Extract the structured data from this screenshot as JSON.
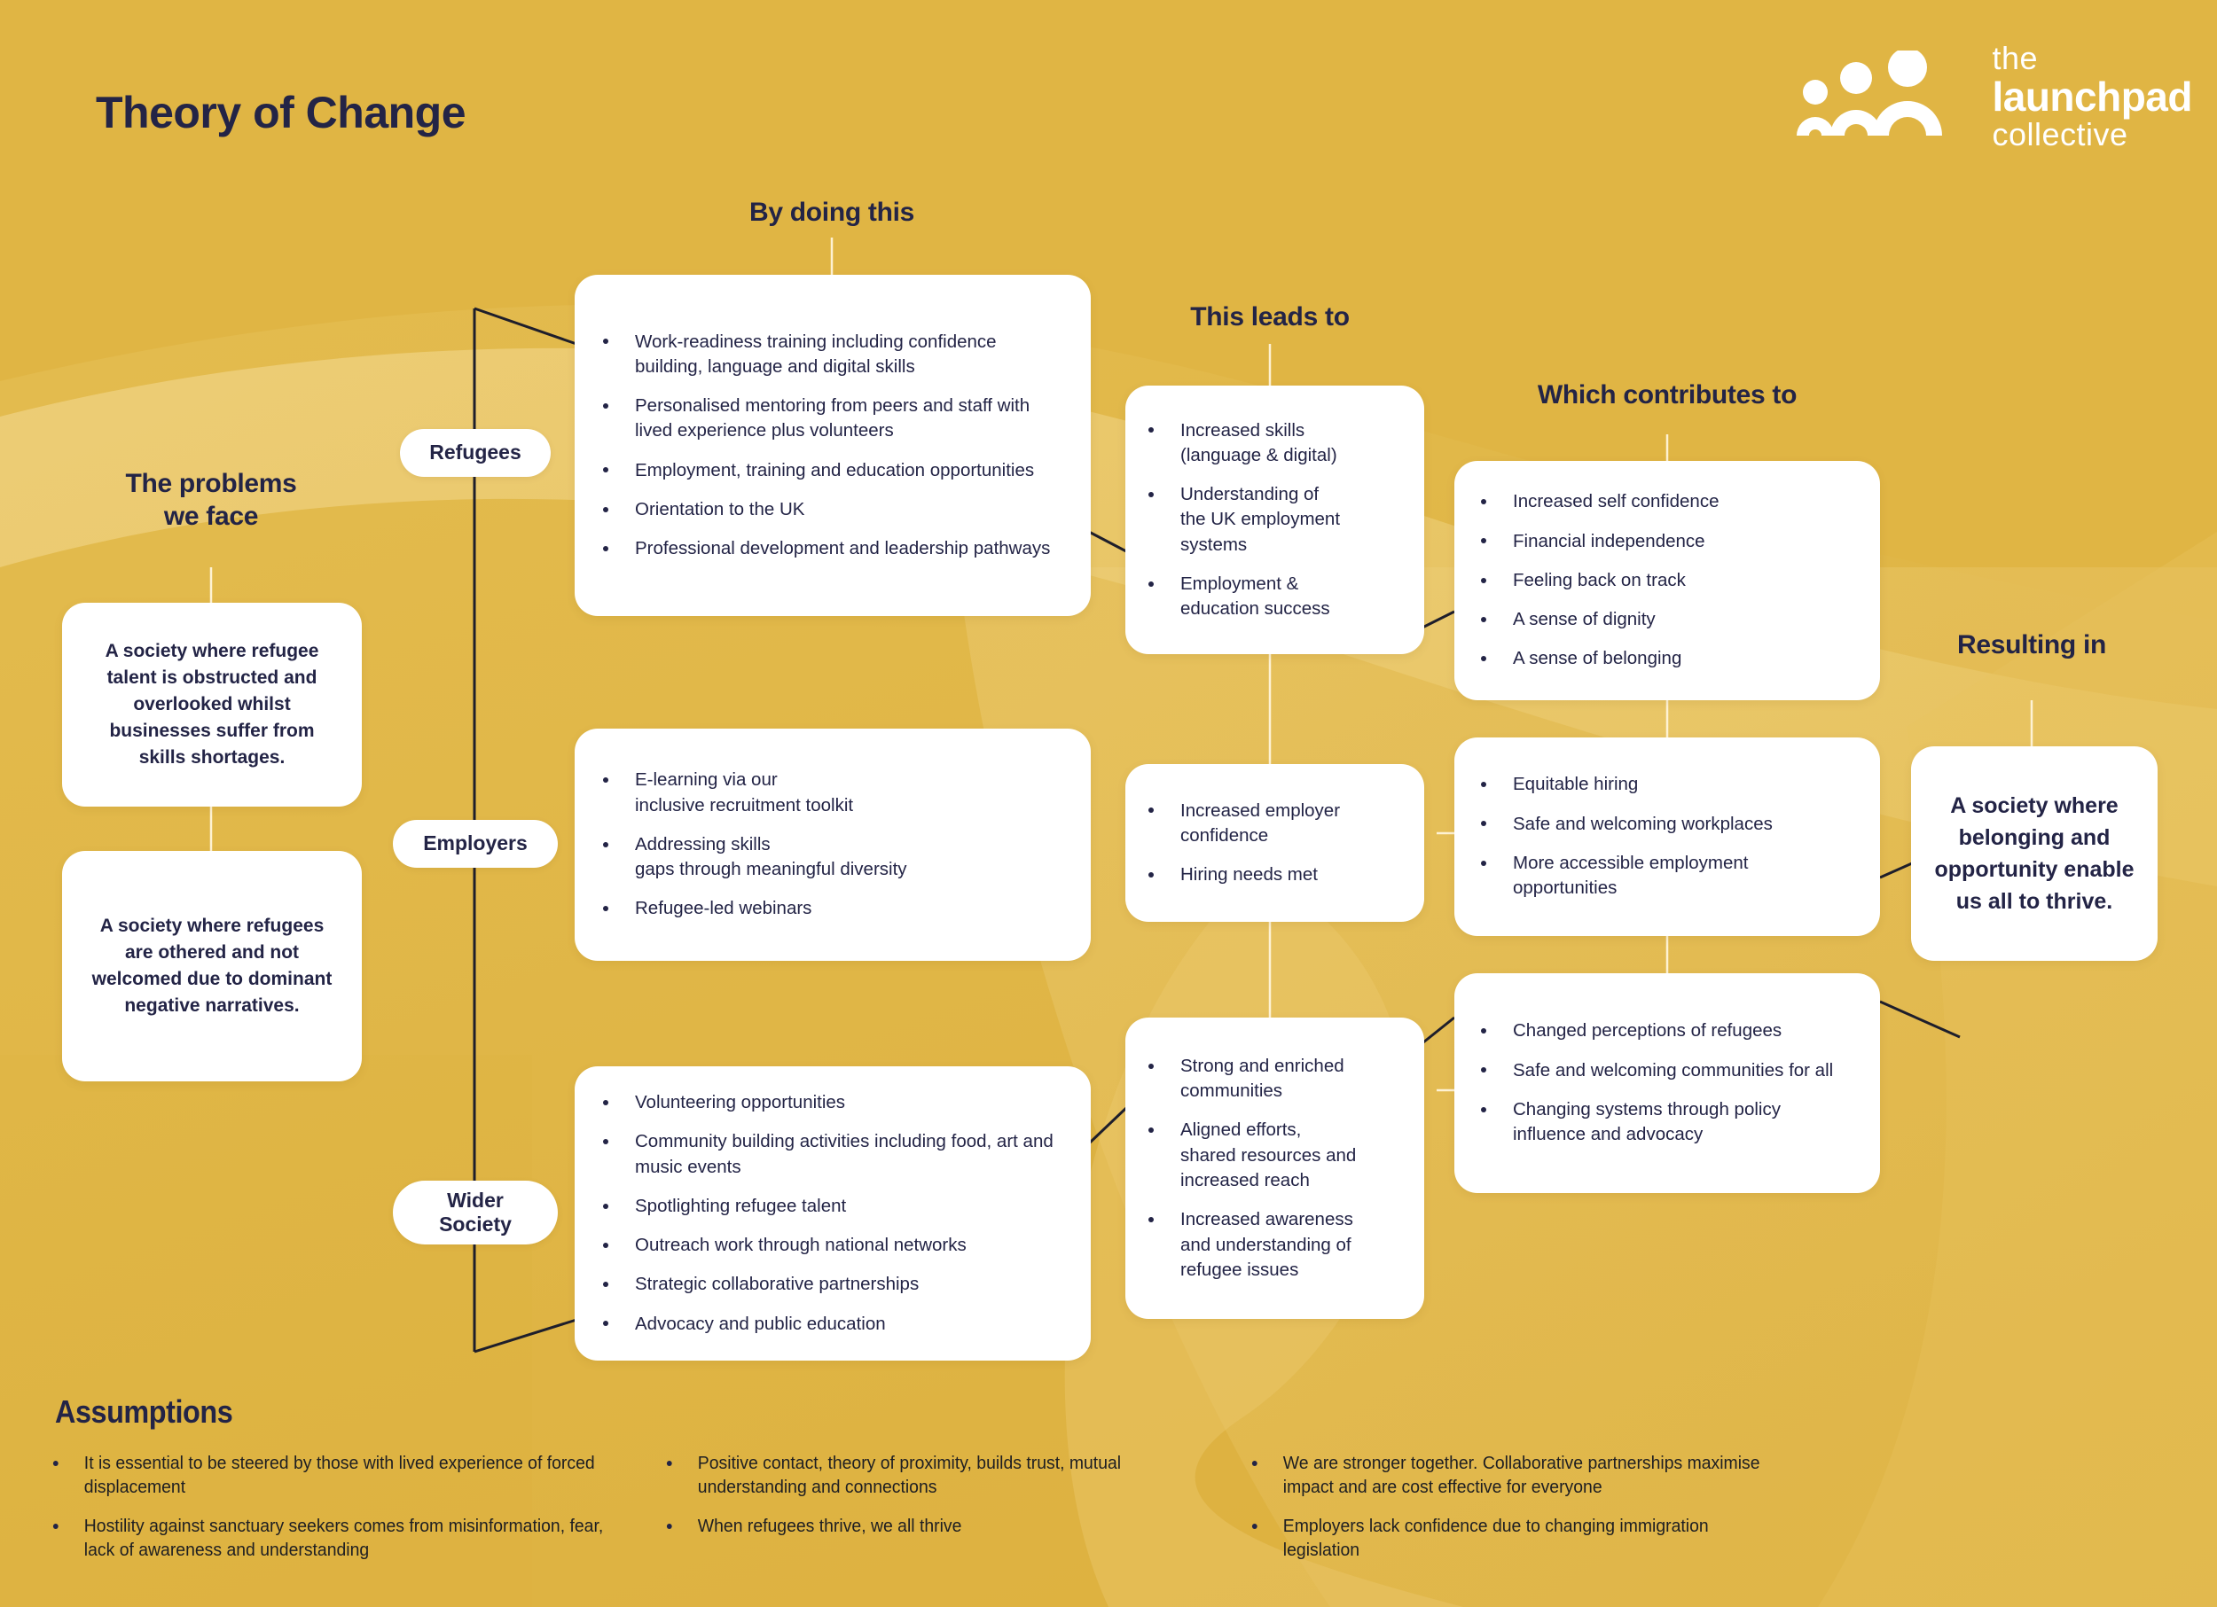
{
  "page": {
    "title": "Theory of Change",
    "background_color": "#E0B544",
    "text_color": "#232446",
    "card_color": "#FFFFFF"
  },
  "logo": {
    "line1": "the",
    "line2": "launchpad",
    "line3": "collective",
    "mark": "three-ascending-figures-icon"
  },
  "columns": {
    "problems": "The problems\nwe face",
    "by_doing_this": "By doing this",
    "this_leads_to": "This leads to",
    "which_contributes_to": "Which contributes to",
    "resulting_in": "Resulting in"
  },
  "problems": [
    "A society where refugee talent is obstructed and overlooked whilst businesses suffer from skills shortages.",
    "A society where refugees are othered and not welcomed due to dominant negative narratives."
  ],
  "audiences": [
    {
      "label": "Refugees"
    },
    {
      "label": "Employers"
    },
    {
      "label": "Wider\nSociety"
    }
  ],
  "activities": {
    "refugees": [
      "Work-readiness training including confidence building, language and digital skills",
      "Personalised mentoring from peers and staff with lived experience plus volunteers",
      "Employment, training and education opportunities",
      "Orientation to the UK",
      "Professional development and leadership pathways"
    ],
    "employers": [
      "E-learning via our\ninclusive recruitment toolkit",
      "Addressing skills\ngaps through meaningful diversity",
      "Refugee-led webinars"
    ],
    "wider_society": [
      "Volunteering opportunities",
      "Community building activities including food, art and music events",
      "Spotlighting refugee talent",
      "Outreach work through national networks",
      "Strategic collaborative partnerships",
      "Advocacy and public education"
    ]
  },
  "outputs": {
    "refugees": [
      "Increased skills\n(language & digital)",
      "Understanding of\nthe UK employment\nsystems",
      "Employment &\neducation success"
    ],
    "employers": [
      "Increased employer\nconfidence",
      "Hiring needs met"
    ],
    "wider_society": [
      "Strong and enriched\ncommunities",
      "Aligned efforts,\nshared resources and\nincreased reach",
      "Increased awareness\nand understanding of\nrefugee issues"
    ]
  },
  "outcomes": {
    "refugees": [
      "Increased self confidence",
      "Financial independence",
      "Feeling back on track",
      "A sense of dignity",
      "A sense of belonging"
    ],
    "employers": [
      "Equitable hiring",
      "Safe and welcoming workplaces",
      "More accessible employment opportunities"
    ],
    "wider_society": [
      "Changed perceptions of refugees",
      "Safe and welcoming communities for all",
      "Changing systems through policy influence and advocacy"
    ]
  },
  "impact": "A society where belonging and opportunity enable us all to thrive.",
  "assumptions": {
    "title": "Assumptions",
    "columns": [
      [
        "It is essential to be steered by those with lived experience of forced displacement",
        "Hostility against sanctuary seekers comes from misinformation, fear, lack of awareness and understanding"
      ],
      [
        "Positive contact, theory of proximity, builds trust, mutual understanding and connections",
        "When refugees thrive, we all thrive"
      ],
      [
        "We are stronger together. Collaborative partnerships maximise impact and are cost effective for everyone",
        "Employers lack confidence due to changing immigration legislation"
      ]
    ]
  }
}
